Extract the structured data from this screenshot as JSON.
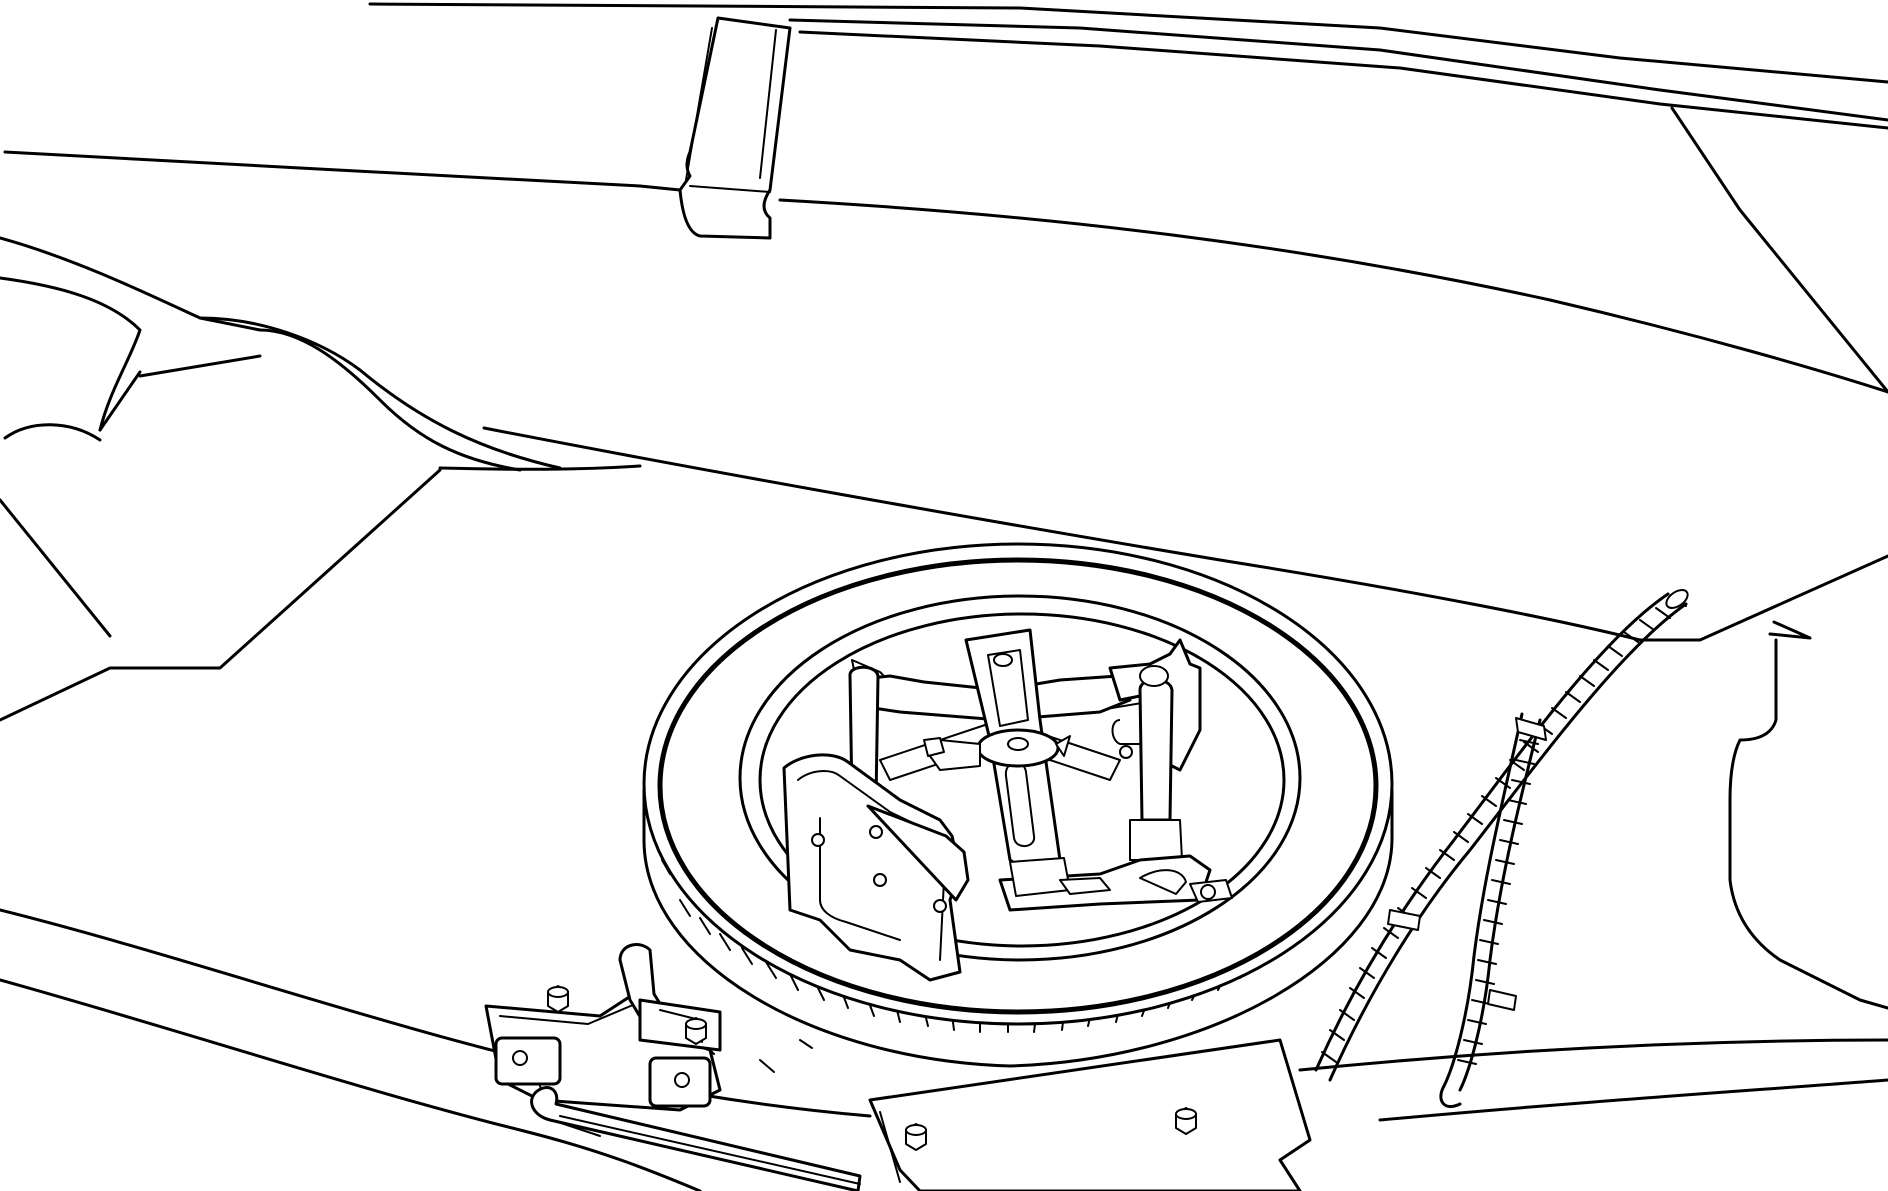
{
  "figure": {
    "stroke_color": "#000000",
    "background_color": "#ffffff"
  },
  "hardware": {
    "nut_count": 4,
    "bracket_hole_count": 4,
    "hose_clamp_count": 3
  }
}
